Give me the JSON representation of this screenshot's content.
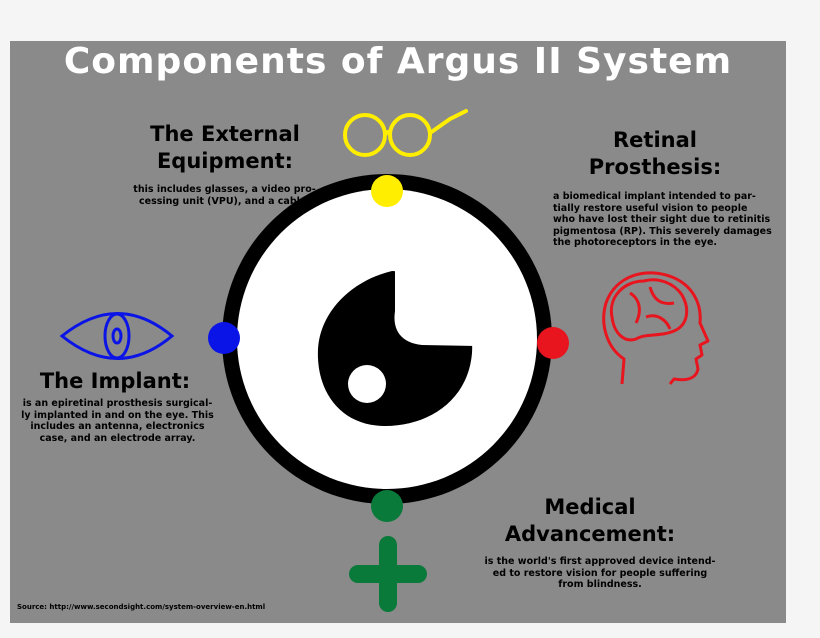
{
  "title": "Components of Argus II System",
  "sections": {
    "external": {
      "heading": "The External\nEquipment:",
      "body": "this includes glasses, a video pro-\ncessing unit (VPU), and a cable."
    },
    "retinal": {
      "heading": "Retinal\nProsthesis:",
      "body": "a biomedical implant intended to par-\ntially restore useful vision to people\nwho have lost their sight due to retinitis\npigmentosa (RP). This severely damages\nthe photoreceptors in the eye."
    },
    "implant": {
      "heading": "The Implant:",
      "body": "is an epiretinal prosthesis surgical-\nly implanted in and on the eye. This\nincludes an antenna, electronics\ncase, and an electrode array."
    },
    "medical": {
      "heading": "Medical\nAdvancement:",
      "body": "is the world's first approved device intend-\ned to restore vision for people suffering\nfrom blindness."
    }
  },
  "source": "Source: http://www.secondsight.com/system-overview-en.html",
  "colors": {
    "background": "#8a8a8a",
    "yellow": "#ffee00",
    "blue": "#0a14e6",
    "red": "#e8141e",
    "green": "#0a7a3a",
    "ring": "#000000"
  },
  "icons": {
    "external": "glasses-icon",
    "implant": "eye-icon",
    "retinal": "head-brain-icon",
    "medical": "plus-icon"
  }
}
